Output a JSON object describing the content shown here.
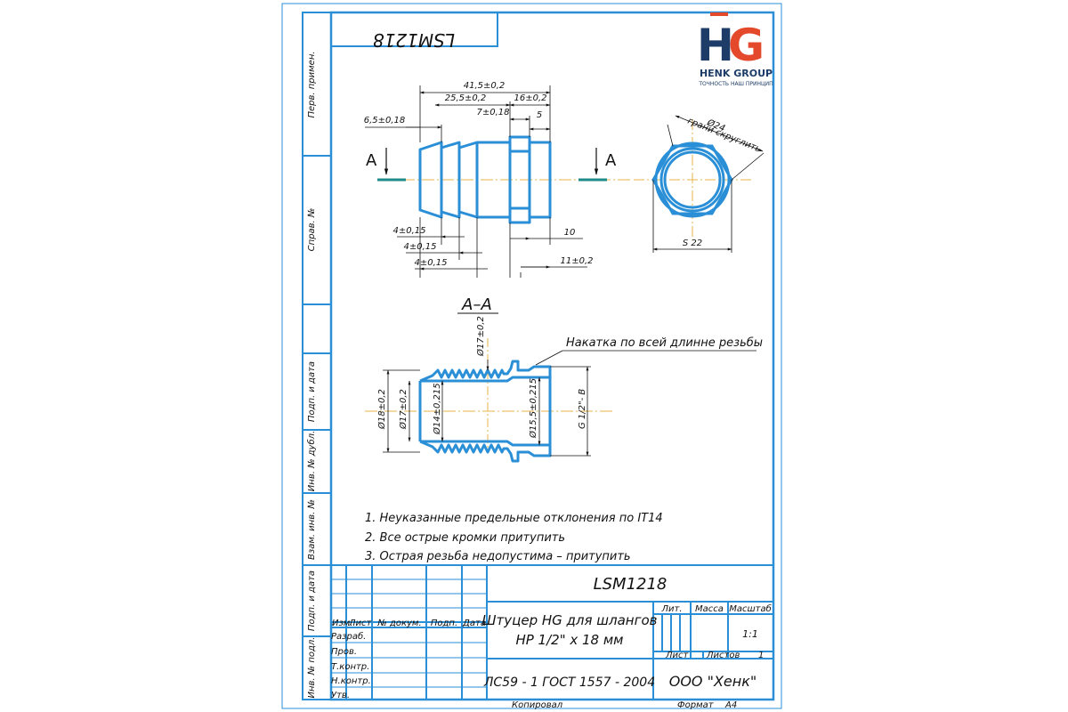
{
  "colors": {
    "frame": "#2a8fd6",
    "part": "#2a8fd6",
    "ink": "#111111",
    "centerline": "#e7b54a",
    "section_mark": "#1f8a8a",
    "logo_h": "#1d3d68",
    "logo_g": "#e4492c"
  },
  "logo": {
    "brand": "HENK GROUP",
    "tagline": "ТОЧНОСТЬ НАШ ПРИНЦИП"
  },
  "top_code_mirrored": "LSM1218",
  "side_labels": {
    "perv_primen": "Перв. примен.",
    "sprav_no": "Справ. №",
    "podp_data_1": "Подп. и дата",
    "inv_dubl": "Инв. № дубл.",
    "vzam_inv": "Взам. инв. №",
    "podp_data_2": "Подп. и дата",
    "inv_podl": "Инв. № подл."
  },
  "view_dims": {
    "d41": "41,5±0,2",
    "d25": "25,5±0,2",
    "d16": "16±0,2",
    "d7": "7±0,18",
    "d5": "5",
    "d65": "6,5±0,18",
    "d4a": "4±0,15",
    "d4b": "4±0,15",
    "d4c": "4±0,15",
    "d10": "10",
    "d11": "11±0,2",
    "section_letter_left": "А",
    "section_letter_right": "А"
  },
  "hex_dims": {
    "d24": "Ø24",
    "rounded": "грани скруглить",
    "s22": "S 22"
  },
  "section": {
    "title": "А–А",
    "d17_top": "Ø17±0,2",
    "knurl_note": "Накатка по всей длинне резьбы",
    "d18": "Ø18±0,2",
    "d17": "Ø17±0,2",
    "d14": "Ø14±0,215",
    "d155": "Ø15,5±0,215",
    "thread": "G 1/2\"- B"
  },
  "notes": [
    "1. Неуказанные предельные отклонения по IT14",
    "2. Все острые кромки притупить",
    "3. Острая резьба недопустима – притупить"
  ],
  "title_block": {
    "code": "LSM1218",
    "name_line1": "Штуцер HG для шлангов",
    "name_line2": "НР 1/2\" х 18 мм",
    "material": "ЛС59 - 1 ГОСТ 1557 - 2004",
    "company": "ООО \"Хенк\"",
    "col_izm": "Изм.",
    "col_list": "Лист",
    "col_docum": "№ докум.",
    "col_podp": "Подп.",
    "col_data": "Дата",
    "row_razrab": "Разраб.",
    "row_prov": "Пров.",
    "row_tkontr": "Т.контр.",
    "row_nkontr": "Н.контр.",
    "row_utv": "Утв.",
    "lit": "Лит.",
    "massa": "Масса",
    "masshtab": "Масштаб",
    "scale_value": "1:1",
    "list_label": "Лист",
    "listov_label": "Листов",
    "listov_value": "1"
  },
  "footer": {
    "copied": "Копировал",
    "format_label": "Формат",
    "format_value": "А4"
  }
}
